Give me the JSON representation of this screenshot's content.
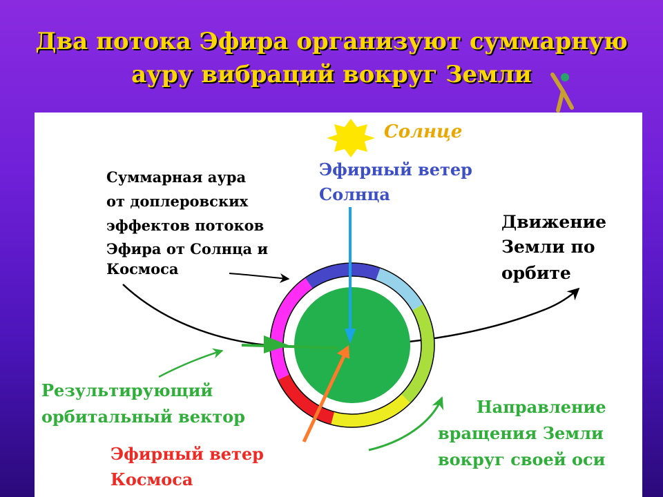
{
  "title": {
    "line1": "Два потока Эфира организуют суммарную",
    "line2": "ауру вибраций вокруг Земли"
  },
  "labels": {
    "sun": "Солнце",
    "sun_wind_1": "Эфирный ветер",
    "sun_wind_2": "Солнца",
    "aura_1": "Суммарная аура",
    "aura_2": "от доплеровских",
    "aura_3": "эффектов потоков",
    "aura_4": "Эфира от Солнца и",
    "aura_5": "Космоса",
    "motion_1": "Движение",
    "motion_2": "Земли по",
    "motion_3": "орбите",
    "result_1": "Результирующий",
    "result_2": "орбитальный вектор",
    "cosmos_wind_1": "Эфирный ветер",
    "cosmos_wind_2": "Космоса",
    "rotation_1": "Направление",
    "rotation_2": "вращения Земли",
    "rotation_3": "вокруг своей оси"
  },
  "colors": {
    "title": "#ffd700",
    "sun": "#ffe600",
    "sun_label": "#e8a800",
    "sun_wind": "#3d4fc4",
    "sun_arrow": "#1aa3e8",
    "earth": "#22b14c",
    "result": "#2fae3a",
    "cosmos_wind": "#ee2a24",
    "cosmos_arrow": "#ff7a2a",
    "rotation": "#2fae3a",
    "ring_segments": [
      "#4646c8",
      "#96d2ea",
      "#aade3c",
      "#ecec20",
      "#ec1c24",
      "#ff2df5"
    ]
  }
}
